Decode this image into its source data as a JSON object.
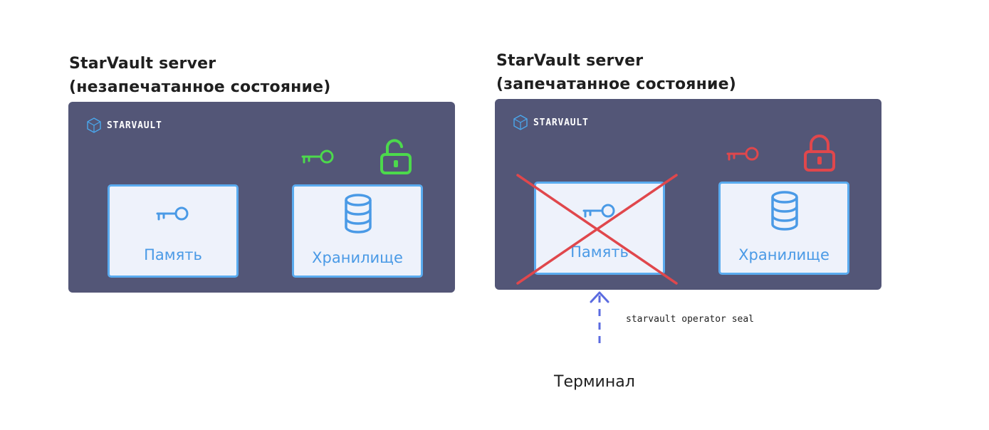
{
  "left": {
    "title_line1": "StarVault server",
    "title_line2": "(незапечатанное состояние)",
    "brand": "STARVAULT",
    "memory_label": "Память",
    "storage_label": "Хранилище",
    "state": "unsealed",
    "accent": "#4cd94c"
  },
  "right": {
    "title_line1": "StarVault server",
    "title_line2": "(запечатанное состояние)",
    "brand": "STARVAULT",
    "memory_label": "Память",
    "storage_label": "Хранилище",
    "state": "sealed",
    "accent": "#e0474c"
  },
  "command": "starvault operator seal",
  "terminal_label": "Терминал",
  "icons": [
    "starvault-logo-icon",
    "key-icon",
    "lock-open-icon",
    "lock-closed-icon",
    "database-icon",
    "cross-out-icon",
    "arrow-up-icon"
  ],
  "colors": {
    "panel": "#535677",
    "box_border": "#5aabef",
    "box_fill": "#eef2fb",
    "arrow": "#5b6be0"
  }
}
